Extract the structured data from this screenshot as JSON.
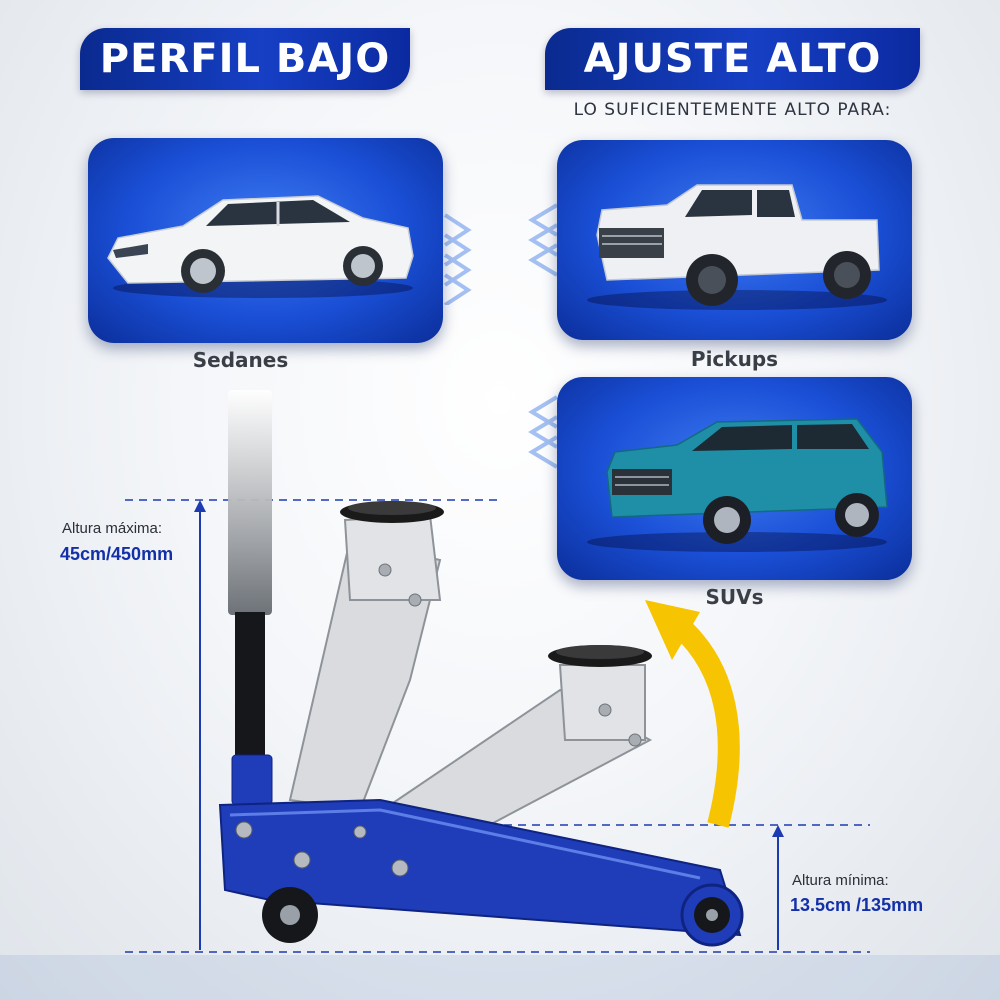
{
  "banners": {
    "left_title": "PERFIL BAJO",
    "right_title": "AJUSTE ALTO",
    "right_subtitle": "LO SUFICIENTEMENTE ALTO PARA:"
  },
  "vehicles": [
    {
      "name": "Sedanes",
      "icon": "sedan-car-image"
    },
    {
      "name": "Pickups",
      "icon": "pickup-truck-image"
    },
    {
      "name": "SUVs",
      "icon": "suv-image"
    }
  ],
  "measurements": {
    "max_label": "Altura máxima:",
    "max_value": "45cm/450mm",
    "min_label": "Altura mínima:",
    "min_value": "13.5cm /135mm"
  },
  "colors": {
    "brand_blue": "#1a3fc2",
    "jack_blue": "#1f3db8",
    "arrow_yellow": "#f6c400",
    "measure_blue": "#1330a8"
  }
}
